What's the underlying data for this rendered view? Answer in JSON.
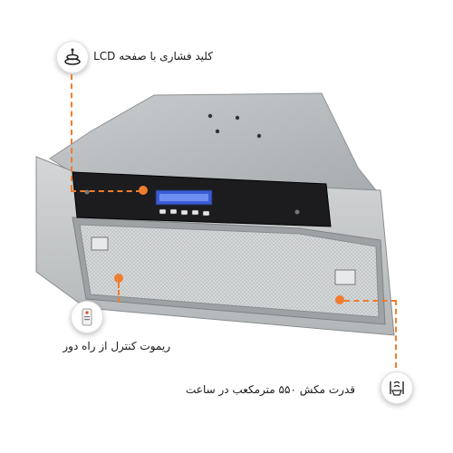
{
  "annotations": {
    "lcd_keypad": {
      "text": "کلید فشاری با صفحه LCD",
      "icon": "cake-layers-icon"
    },
    "remote_control": {
      "text": "ریموت کنترل از راه دور",
      "icon": "remote-control-icon"
    },
    "suction_power": {
      "text": "قدرت مکش ۵۵۰ مترمکعب در ساعت",
      "icon": "airflow-fan-icon"
    }
  },
  "colors": {
    "accent": "#ef7d2e",
    "steel": "#b9bcbf",
    "panel": "#1c1c1e",
    "display": "#3b5bd6"
  }
}
